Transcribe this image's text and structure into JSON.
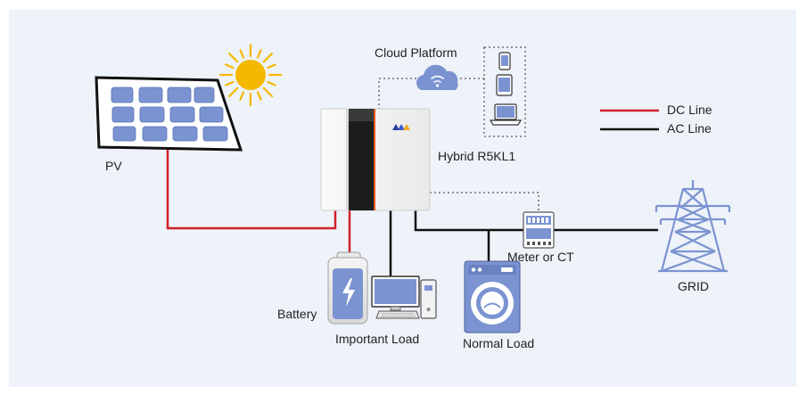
{
  "labels": {
    "pv": "PV",
    "cloud": "Cloud Platform",
    "inverter": "Hybrid R5KL1",
    "battery": "Battery",
    "important_load": "Important Load",
    "normal_load": "Normal Load",
    "meter": "Meter or CT",
    "grid": "GRID"
  },
  "legend": {
    "dc": "DC Line",
    "ac": "AC Line"
  },
  "colors": {
    "background": "#eef2f9",
    "dc_line": "#d0202a",
    "ac_line": "#111111",
    "panel_cell": "#7b93d1",
    "device_blue": "#7b93d1",
    "sun": "#f5b800",
    "inverter_accent": "#e8541b"
  },
  "icons": [
    "solar-panel-icon",
    "sun-icon",
    "cloud-wifi-icon",
    "phone-icon",
    "tablet-icon",
    "laptop-icon",
    "inverter-icon",
    "battery-icon",
    "desktop-computer-icon",
    "washing-machine-icon",
    "meter-icon",
    "pylon-icon"
  ]
}
